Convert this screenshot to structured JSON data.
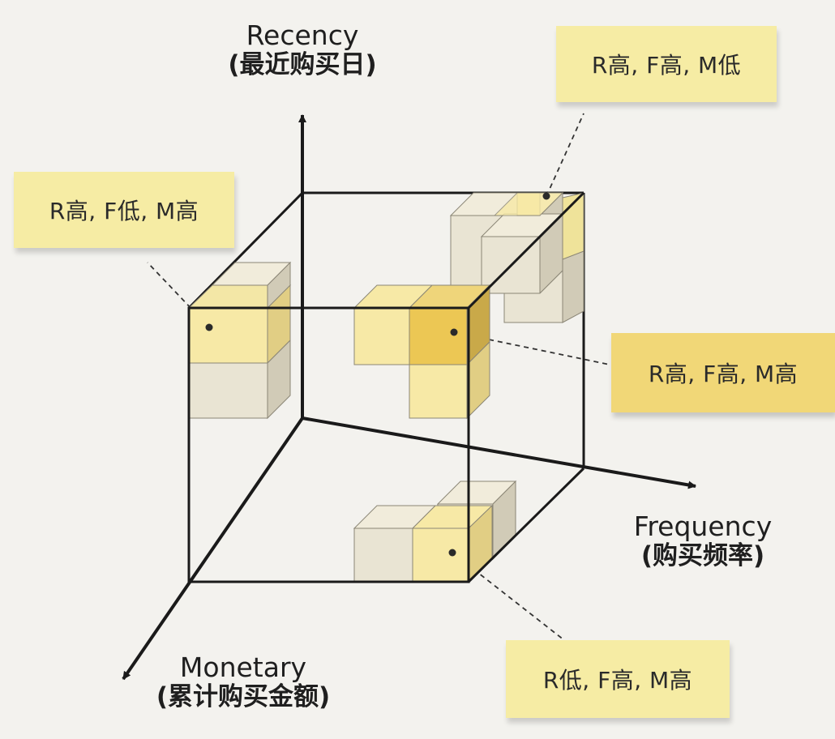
{
  "axes": {
    "recency": {
      "name": "Recency",
      "zh": "(最近购买日)"
    },
    "frequency": {
      "name": "Frequency",
      "zh": "(购买频率)"
    },
    "monetary": {
      "name": "Monetary",
      "zh": "(累计购买金额)"
    }
  },
  "segments": {
    "rhigh_fhigh_mlow": "R高, F高, M低",
    "rhigh_flow_mhigh": "R高, F低, M高",
    "rhigh_fhigh_mhigh": "R高, F高, M高",
    "rlow_fhigh_mhigh": "R低, F高, M高"
  },
  "colors": {
    "line": "#1a1a1a",
    "cube_neutral_face": "#e9e4d3",
    "cube_neutral_side": "#d1cbb7",
    "cube_neutral_top": "#f1ecdb",
    "cube_yellow_face": "#f7e9a6",
    "cube_yellow_side": "#e1ce84",
    "cube_highlight_face": "#ecc754",
    "note_light": "#f6eca4",
    "note_strong": "#f1d777"
  }
}
